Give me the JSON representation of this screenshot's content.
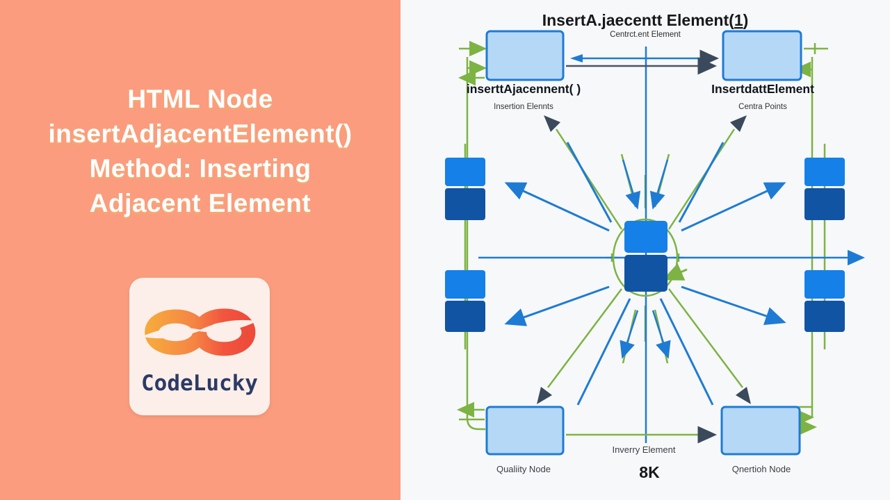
{
  "left_panel": {
    "title_lines": [
      "HTML Node",
      "insertAdjacentElement()",
      "Method: Inserting",
      "Adjacent Element"
    ],
    "logo_text": "CodeLucky"
  },
  "diagram": {
    "title_pre": "InsertA.jaecentt Element(",
    "title_num": "1",
    "title_post": ")",
    "subtitle": "Centrct.ent Element",
    "top_left_label": "inserttAjacennent( )",
    "top_left_sublabel": "Insertion Elennts",
    "top_right_label": "InsertdattElement",
    "top_right_sublabel": "Centra Points",
    "bottom_left_label": "Qualiity Node",
    "bottom_center_label": "Inverry Element",
    "bottom_right_label": "Qnertioh Node",
    "resolution_label": "8K"
  },
  "colors": {
    "salmon_bg": "#FB9C7E",
    "panel_bg": "#F7F8FA",
    "box_fill_light": "#B5D8F7",
    "box_border_blue": "#1E7BD4",
    "node_blue_bright": "#1580E8",
    "node_blue_dark": "#1254A4",
    "arrow_blue": "#1E7BD4",
    "arrow_green": "#7CB342",
    "arrow_dark": "#3A4A5C",
    "logo_card_bg": "#FCEFE9",
    "logo_navy": "#2B3B66",
    "logo_orange": "#F6A83C",
    "logo_red": "#EE4B3B"
  }
}
